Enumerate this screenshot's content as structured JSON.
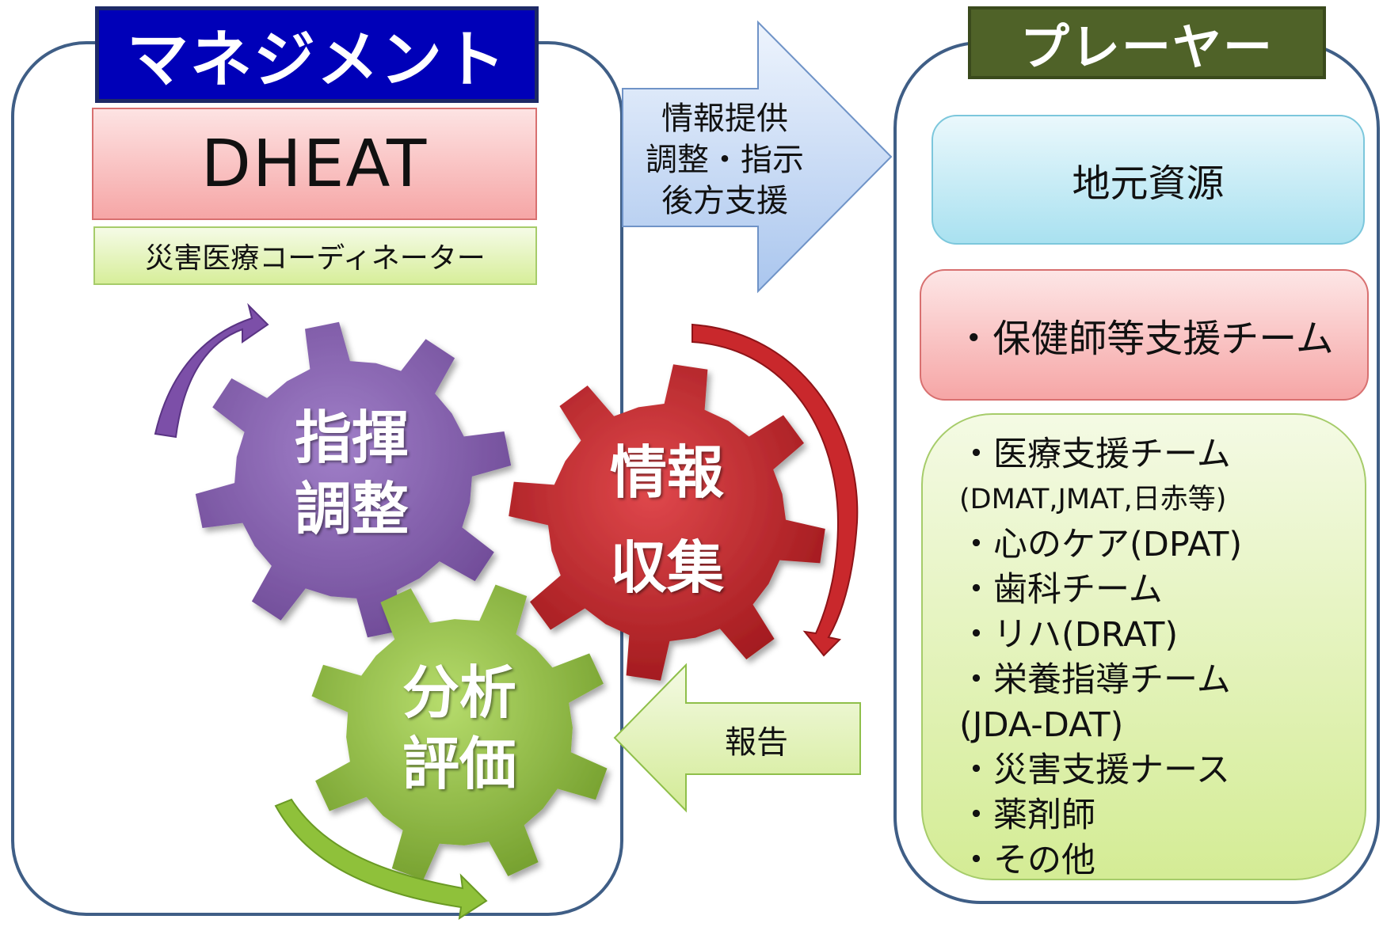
{
  "management": {
    "title": "マネジメント",
    "dheat": "DHEAT",
    "coordinator": "災害医療コーディネーター"
  },
  "players": {
    "title": "プレーヤー",
    "local_resources": "地元資源",
    "public_health_nurse_team": "・保健師等支援チーム",
    "teams": [
      {
        "text": "・医療支援チーム",
        "small": false
      },
      {
        "text": "(DMAT,JMAT,日赤等)",
        "small": true
      },
      {
        "text": "・心のケア(DPAT)",
        "small": false
      },
      {
        "text": "・歯科チーム",
        "small": false
      },
      {
        "text": "・リハ(DRAT)",
        "small": false
      },
      {
        "text": "・栄養指導チーム",
        "small": false
      },
      {
        "text": "(JDA-DAT)",
        "small": false
      },
      {
        "text": "・災害支援ナース",
        "small": false
      },
      {
        "text": "・薬剤師",
        "small": false
      },
      {
        "text": "・その他",
        "small": false
      }
    ]
  },
  "arrows": {
    "to_players": [
      "情報提供",
      "調整・指示",
      "後方支援"
    ],
    "to_management": "報告"
  },
  "gears": {
    "command": {
      "line1": "指揮",
      "line2": "調整",
      "color": "#7f5aa6"
    },
    "info": {
      "line1": "情報",
      "line2": "収集",
      "color": "#c0282c"
    },
    "analysis": {
      "line1": "分析",
      "line2": "評価",
      "color": "#8fbb3c"
    }
  },
  "colors": {
    "panel_border": "#3f5e86",
    "management_title_bg": "#0000b8",
    "player_title_bg": "#4f6228",
    "cycle_arrow_purple": "#7c4fa8",
    "cycle_arrow_red": "#c9282c",
    "cycle_arrow_green": "#8fc13a"
  }
}
